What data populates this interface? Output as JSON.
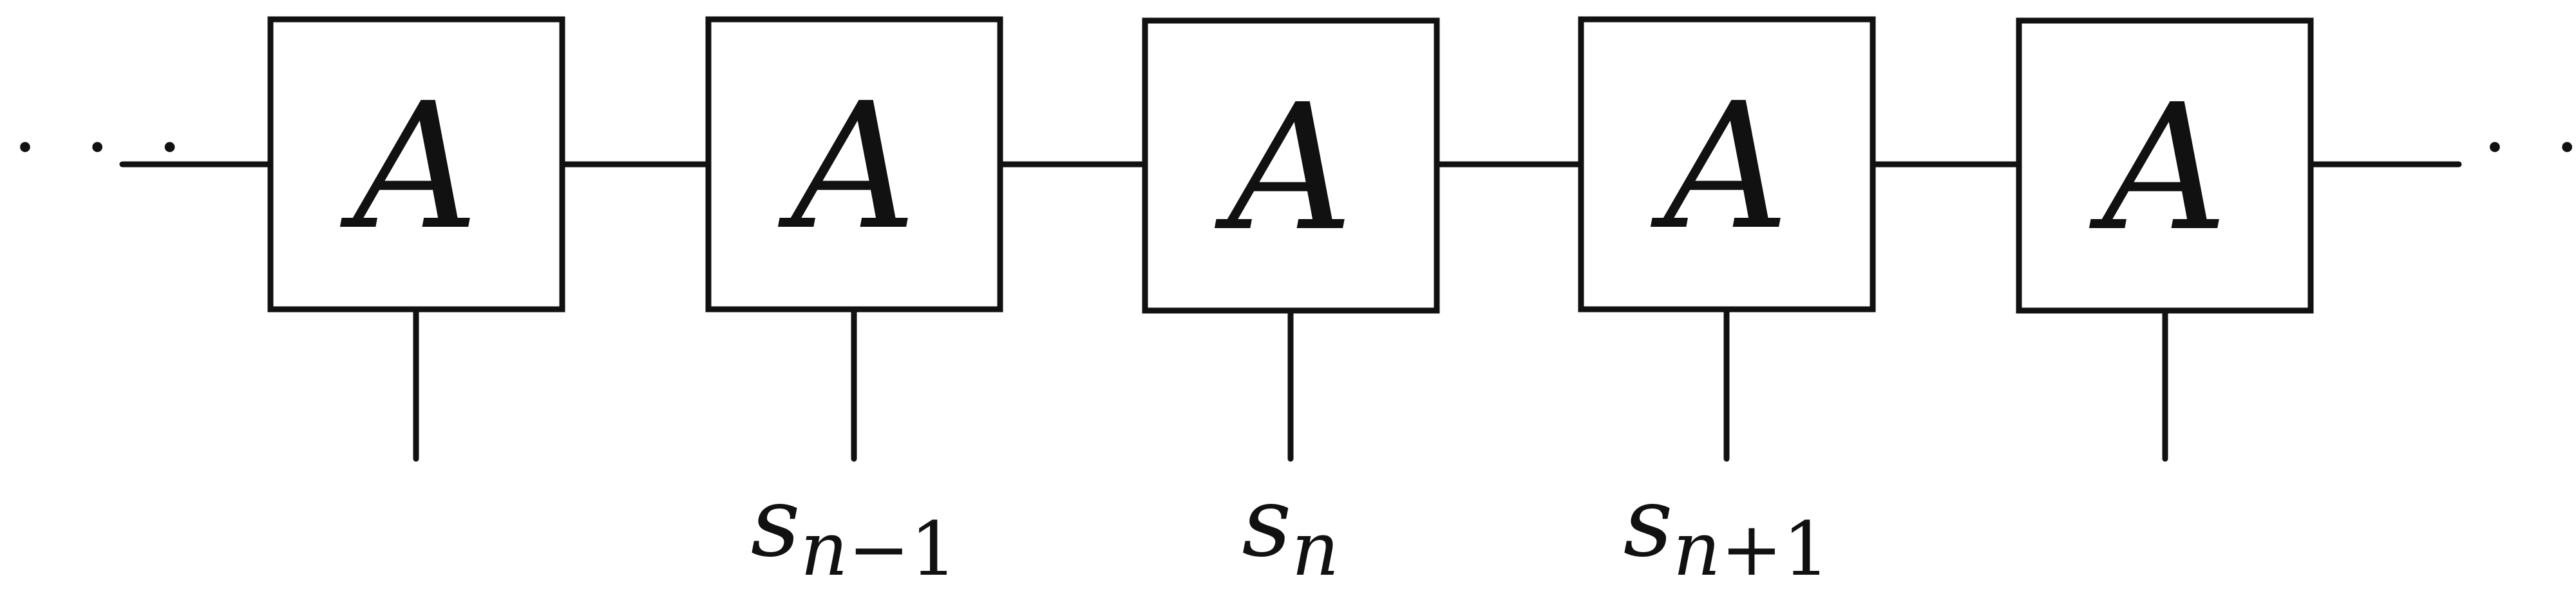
{
  "diagram": {
    "left_ellipsis": "· · ·",
    "right_ellipsis": "· · ·",
    "tensors": [
      {
        "label": "A"
      },
      {
        "label": "A"
      },
      {
        "label": "A"
      },
      {
        "label": "A"
      },
      {
        "label": "A"
      }
    ],
    "site_labels": [
      {
        "base": "s",
        "sub_var": "n",
        "sub_op": "−",
        "sub_num": "1"
      },
      {
        "base": "s",
        "sub_var": "n",
        "sub_op": "",
        "sub_num": ""
      },
      {
        "base": "s",
        "sub_var": "n",
        "sub_op": "+",
        "sub_num": "1"
      }
    ]
  }
}
